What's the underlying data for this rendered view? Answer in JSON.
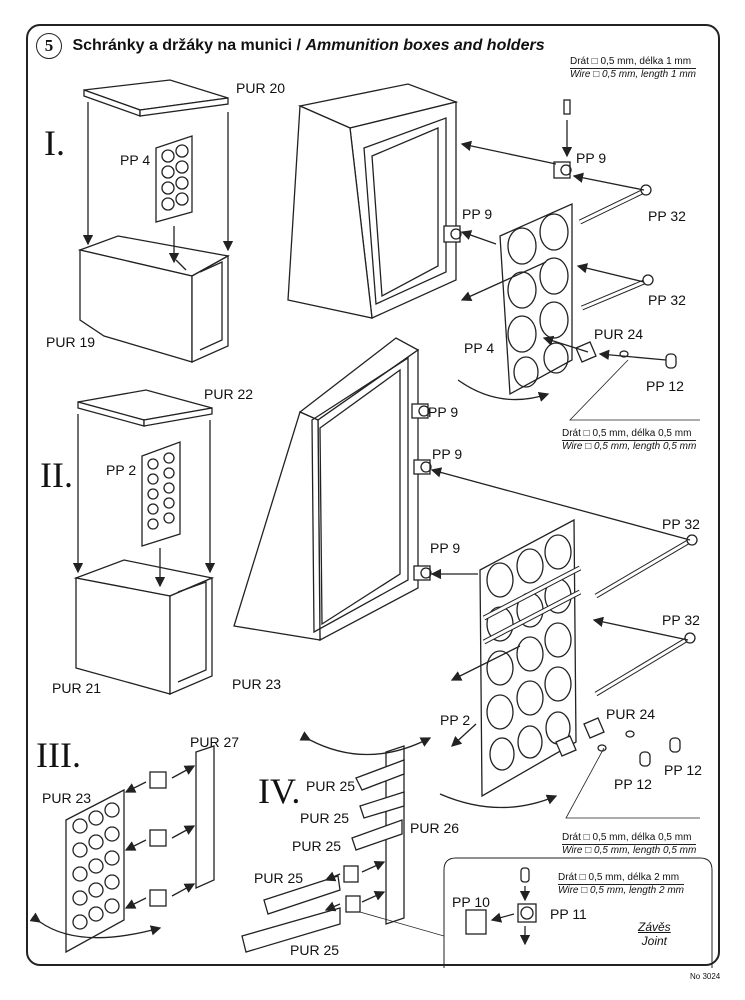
{
  "title": {
    "step_number": "5",
    "cz": "Schránky a držáky na munici /",
    "en": "Ammunition boxes and holders"
  },
  "sections": {
    "I": "I.",
    "II": "II.",
    "III": "III.",
    "IV": "IV."
  },
  "parts": {
    "pur20": "PUR 20",
    "pur19": "PUR 19",
    "pp4a": "PP 4",
    "pp4b": "PP 4",
    "pp9a": "PP 9",
    "pp9b": "PP 9",
    "pp9c": "PP 9",
    "pp9d": "PP 9",
    "pp9e": "PP 9",
    "pp32a": "PP 32",
    "pp32b": "PP 32",
    "pp32c": "PP 32",
    "pp32d": "PP 32",
    "pur24a": "PUR 24",
    "pur24b": "PUR 24",
    "pp12a": "PP 12",
    "pp12b": "PP 12",
    "pp12c": "PP 12",
    "pur22": "PUR 22",
    "pp2a": "PP 2",
    "pp2b": "PP 2",
    "pur21": "PUR 21",
    "pur23a": "PUR 23",
    "pur23b": "PUR 23",
    "pur27": "PUR 27",
    "pur26": "PUR 26",
    "pur25a": "PUR 25",
    "pur25b": "PUR 25",
    "pur25c": "PUR 25",
    "pur25d": "PUR 25",
    "pur25e": "PUR 25",
    "pp10": "PP 10",
    "pp11": "PP 11"
  },
  "notes": {
    "wire1_cz": "Drát □ 0,5 mm, délka 1 mm",
    "wire1_en": "Wire □ 0,5 mm, length 1 mm",
    "wire2_cz": "Drát □ 0,5 mm, délka 0,5 mm",
    "wire2_en": "Wire □ 0,5 mm, length 0,5 mm",
    "wire3_cz": "Drát □ 0,5 mm, délka 0,5 mm",
    "wire3_en": "Wire □ 0,5 mm, length 0,5 mm",
    "wire4_cz": "Drát □ 0,5 mm, délka 2 mm",
    "wire4_en": "Wire □ 0,5 mm, length 2 mm"
  },
  "joint": {
    "cz": "Závěs",
    "en": "Joint"
  },
  "sheet_no": "No 3024"
}
